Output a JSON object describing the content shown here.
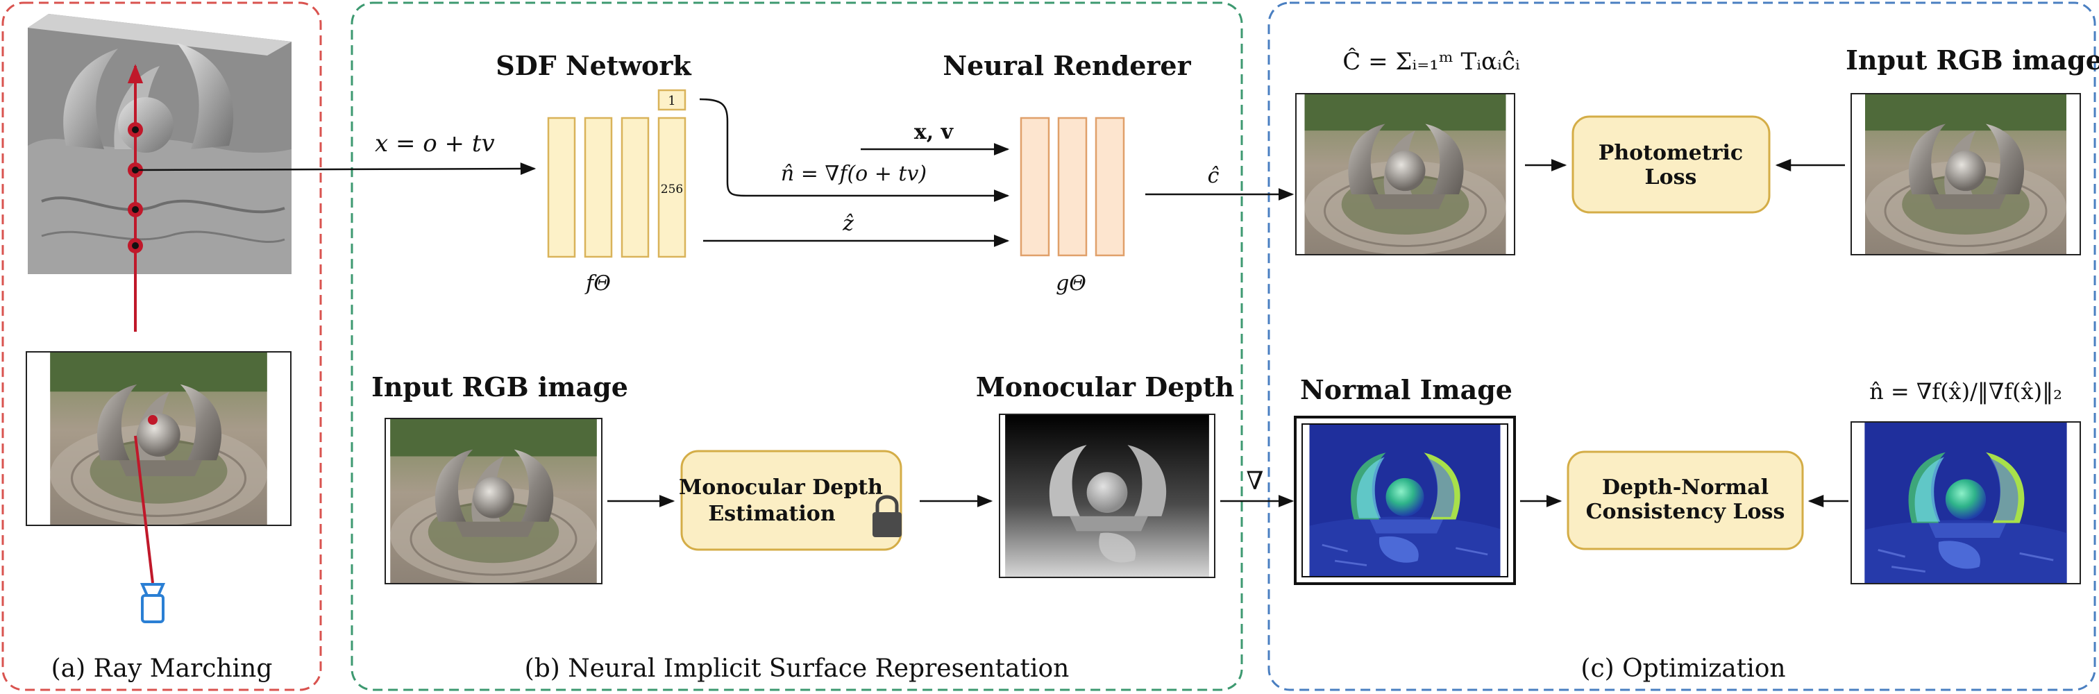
{
  "colors": {
    "panel_a_border": "#d9534f",
    "panel_b_border": "#3d9970",
    "panel_c_border": "#4a7fc1",
    "mlp_fill": "#fdf1c8",
    "mlp_stroke": "#d9b35a",
    "renderer_fill": "#fde5cf",
    "renderer_stroke": "#e0a06a",
    "loss_fill": "#fbeec4",
    "loss_stroke": "#d4ad47",
    "ray": "#c0182a",
    "camera": "#2a7fd4"
  },
  "panel_a": {
    "caption": "(a) Ray Marching"
  },
  "panel_b": {
    "caption": "(b) Neural Implicit Surface Representation",
    "sdf_title": "SDF Network",
    "renderer_title": "Neural Renderer",
    "ray_eq": "x = o + tv",
    "view_inputs": "x, v",
    "normal_eq": "n̂ = ∇f(o + tv)",
    "feature": "ẑ",
    "color_out": "ĉ",
    "sdf_func": "fΘ",
    "render_func": "gΘ",
    "sdf_out_size": "1",
    "hidden_size": "256",
    "input_rgb_title": "Input RGB image",
    "mono_depth_title": "Monocular Depth",
    "mono_box": [
      "Monocular Depth",
      "Estimation"
    ],
    "gradient": "∇",
    "lock_icon": "lock-icon"
  },
  "panel_c": {
    "caption": "(c) Optimization",
    "render_eq": "Ĉ = Σᵢ₌₁ᵐ Tᵢαᵢĉᵢ",
    "input_rgb_title": "Input RGB image",
    "photometric_box": [
      "Photometric",
      "Loss"
    ],
    "normal_title": "Normal Image",
    "normal_eq": "n̂ = ∇f(x̂)/‖∇f(x̂)‖₂",
    "consistency_box": [
      "Depth-Normal",
      "Consistency Loss"
    ]
  }
}
